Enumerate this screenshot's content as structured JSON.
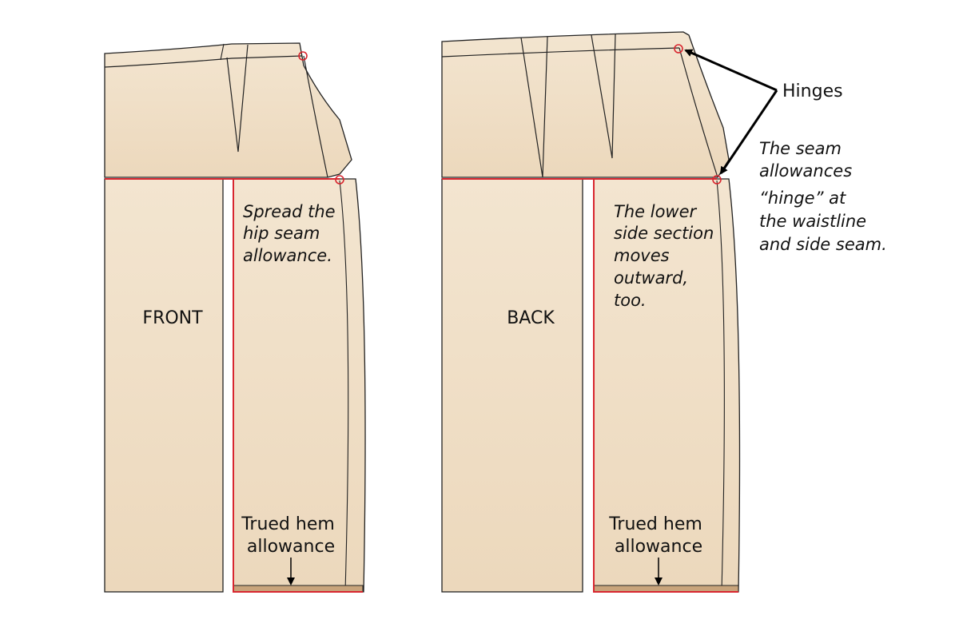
{
  "front": {
    "panel_label": "FRONT",
    "note_lines": [
      "Spread the",
      "hip seam",
      "allowance."
    ],
    "hem_lines": [
      "Trued hem",
      "allowance"
    ]
  },
  "back": {
    "panel_label": "BACK",
    "note_lines": [
      "The lower",
      "side section",
      "moves",
      "outward,",
      "too."
    ],
    "hem_lines": [
      "Trued hem",
      "allowance"
    ]
  },
  "hinges": {
    "title": "Hinges",
    "note_lines": [
      "The seam",
      "allowances",
      "“hinge” at",
      "the waistline",
      "and side seam."
    ]
  },
  "colors": {
    "fabric_top": "#f2e4cf",
    "fabric_bottom": "#edd9bd",
    "hem_band": "#c8a47b",
    "outline": "#222222",
    "slash_line": "#d8262f"
  }
}
